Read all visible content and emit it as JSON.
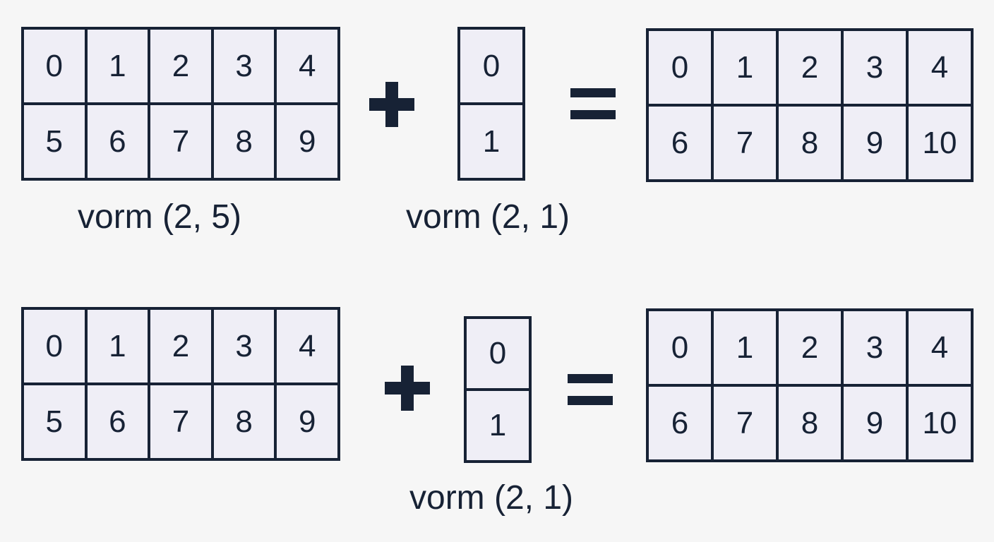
{
  "example_1": {
    "left_matrix": [
      [
        "0",
        "1",
        "2",
        "3",
        "4"
      ],
      [
        "5",
        "6",
        "7",
        "8",
        "9"
      ]
    ],
    "left_label": "vorm (2, 5)",
    "operator": "+",
    "right_matrix": [
      [
        "0"
      ],
      [
        "1"
      ]
    ],
    "right_label": "vorm (2, 1)",
    "equals": "=",
    "result_matrix": [
      [
        "0",
        "1",
        "2",
        "3",
        "4"
      ],
      [
        "6",
        "7",
        "8",
        "9",
        "10"
      ]
    ]
  },
  "example_2": {
    "left_matrix": [
      [
        "0",
        "1",
        "2",
        "3",
        "4"
      ],
      [
        "5",
        "6",
        "7",
        "8",
        "9"
      ]
    ],
    "operator": "+",
    "right_matrix": [
      [
        "0"
      ],
      [
        "1"
      ]
    ],
    "right_label": "vorm (2, 1)",
    "equals": "=",
    "result_matrix": [
      [
        "0",
        "1",
        "2",
        "3",
        "4"
      ],
      [
        "6",
        "7",
        "8",
        "9",
        "10"
      ]
    ]
  }
}
